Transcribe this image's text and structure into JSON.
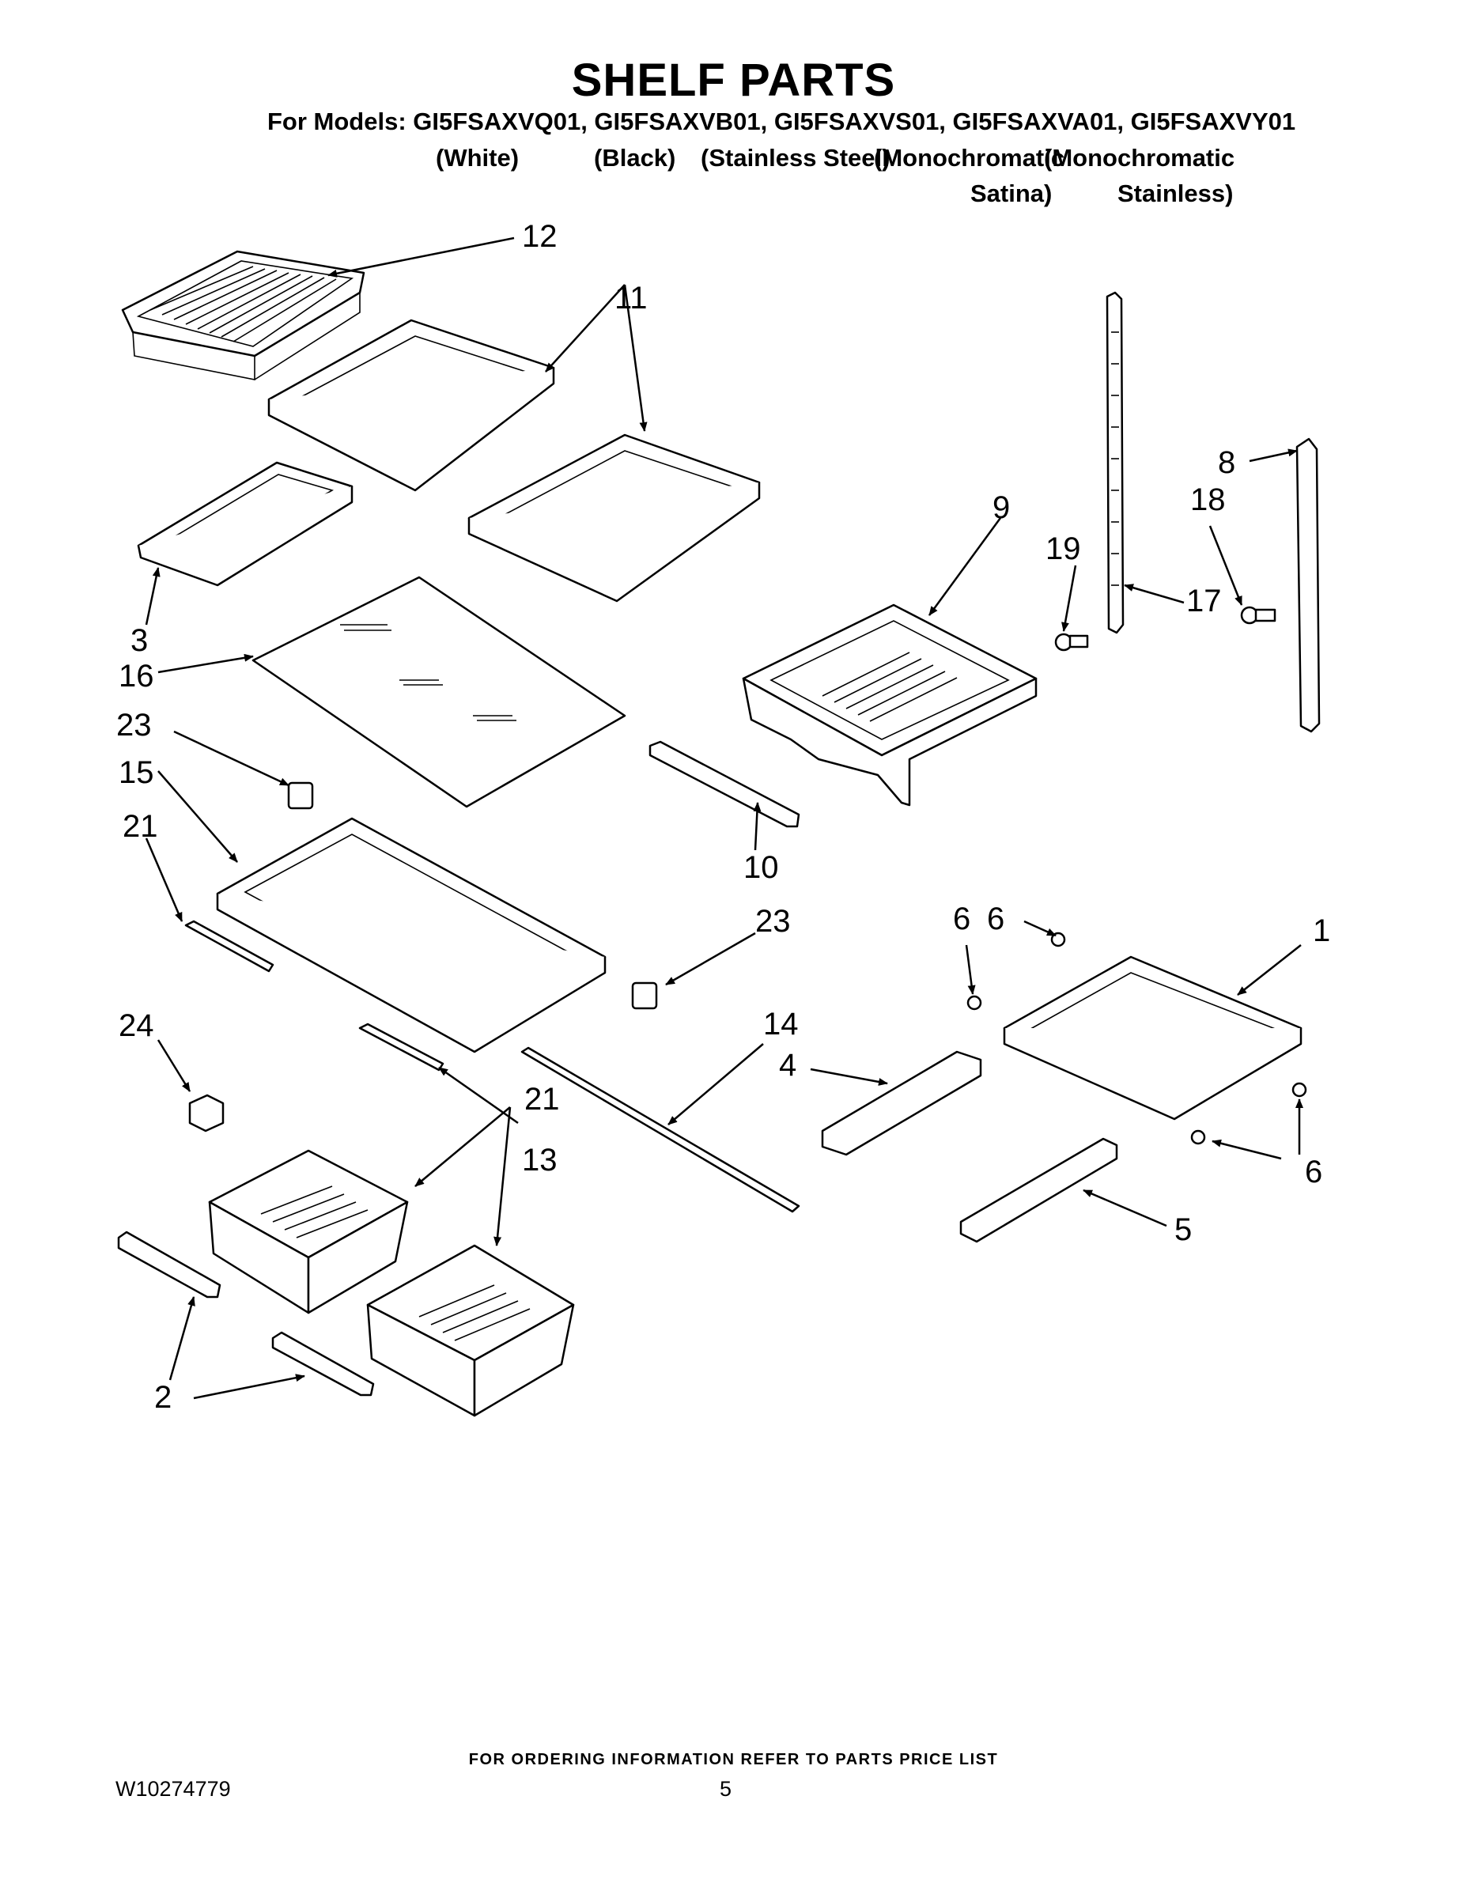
{
  "header": {
    "title": "SHELF PARTS",
    "models_line": "For Models: GI5FSAXVQ01, GI5FSAXVB01, GI5FSAXVS01, GI5FSAXVA01, GI5FSAXVY01",
    "variants": {
      "white": "(White)",
      "black": "(Black)",
      "stainless": "(Stainless Steel)",
      "mono1_line1": "(Monochromatic",
      "mono1_line2": "Satina)",
      "mono2_line1": "(Monochromatic",
      "mono2_line2": "Stainless)"
    }
  },
  "callouts": {
    "c1": "1",
    "c2": "2",
    "c3": "3",
    "c4": "4",
    "c5": "5",
    "c6a": "6",
    "c6b": "6",
    "c6c": "6",
    "c8": "8",
    "c9": "9",
    "c10": "10",
    "c11": "11",
    "c12": "12",
    "c13": "13",
    "c14": "14",
    "c15": "15",
    "c16": "16",
    "c17": "17",
    "c18": "18",
    "c19": "19",
    "c21a": "21",
    "c21b": "21",
    "c23a": "23",
    "c23b": "23",
    "c24": "24"
  },
  "footer": {
    "ordering_note": "FOR ORDERING INFORMATION REFER TO PARTS PRICE LIST",
    "document_number": "W10274779",
    "page_number": "5"
  }
}
